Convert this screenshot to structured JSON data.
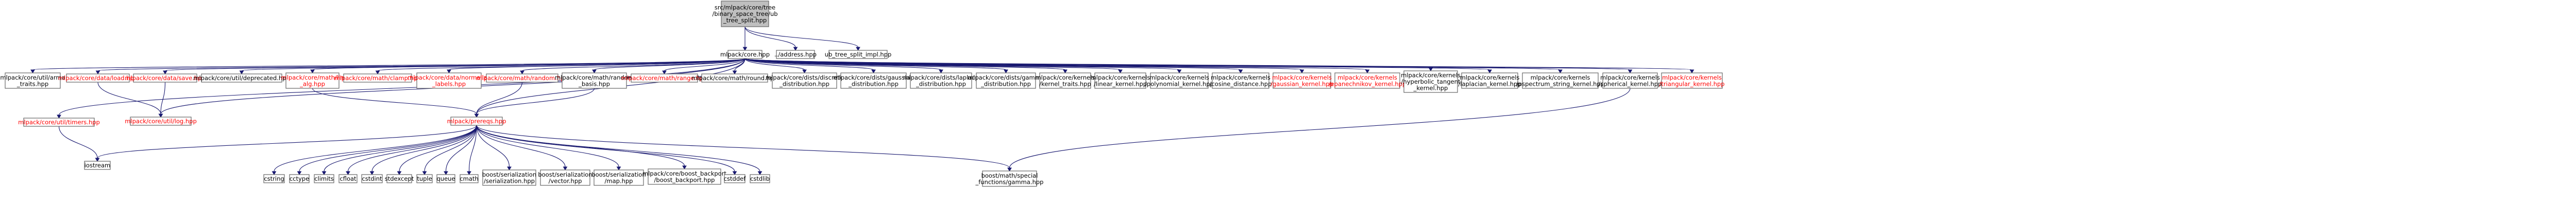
{
  "colors": {
    "root_fill": "#bfbfbf",
    "node_fill": "#ffffff",
    "doc_text": "#000000",
    "missing_doc_text": "#ff0000",
    "edge": "#191970"
  },
  "nodes": [
    {
      "id": "root",
      "lines": [
        "src/mlpack/core/tree",
        "/binary_space_tree/ub",
        "_tree_split.hpp"
      ],
      "documented": true,
      "root": true
    },
    {
      "id": "core",
      "lines": [
        "mlpack/core.hpp"
      ],
      "documented": true
    },
    {
      "id": "address",
      "lines": [
        "../address.hpp"
      ],
      "documented": true
    },
    {
      "id": "ubimpl",
      "lines": [
        "ub_tree_split_impl.hpp"
      ],
      "documented": true
    },
    {
      "id": "arma_traits",
      "lines": [
        "mlpack/core/util/arma",
        "_traits.hpp"
      ],
      "documented": true
    },
    {
      "id": "load",
      "lines": [
        "mlpack/core/data/load.hpp"
      ],
      "documented": false
    },
    {
      "id": "save",
      "lines": [
        "mlpack/core/data/save.hpp"
      ],
      "documented": false
    },
    {
      "id": "deprecated",
      "lines": [
        "mlpack/core/util/deprecated.hpp"
      ],
      "documented": true
    },
    {
      "id": "lin_alg",
      "lines": [
        "mlpack/core/math/lin",
        "_alg.hpp"
      ],
      "documented": false
    },
    {
      "id": "clamp",
      "lines": [
        "mlpack/core/math/clamp.hpp"
      ],
      "documented": false
    },
    {
      "id": "normalize",
      "lines": [
        "mlpack/core/data/normalize",
        "_labels.hpp"
      ],
      "documented": false
    },
    {
      "id": "random",
      "lines": [
        "mlpack/core/math/random.hpp"
      ],
      "documented": false
    },
    {
      "id": "random_basis",
      "lines": [
        "mlpack/core/math/random",
        "_basis.hpp"
      ],
      "documented": true
    },
    {
      "id": "range",
      "lines": [
        "mlpack/core/math/range.hpp"
      ],
      "documented": false
    },
    {
      "id": "round",
      "lines": [
        "mlpack/core/math/round.hpp"
      ],
      "documented": true
    },
    {
      "id": "discrete",
      "lines": [
        "mlpack/core/dists/discrete",
        "_distribution.hpp"
      ],
      "documented": true
    },
    {
      "id": "gaussian_d",
      "lines": [
        "mlpack/core/dists/gaussian",
        "_distribution.hpp"
      ],
      "documented": true
    },
    {
      "id": "laplace_d",
      "lines": [
        "mlpack/core/dists/laplace",
        "_distribution.hpp"
      ],
      "documented": true
    },
    {
      "id": "gamma_d",
      "lines": [
        "mlpack/core/dists/gamma",
        "_distribution.hpp"
      ],
      "documented": true
    },
    {
      "id": "kernel_traits",
      "lines": [
        "mlpack/core/kernels",
        "/kernel_traits.hpp"
      ],
      "documented": true
    },
    {
      "id": "linear_k",
      "lines": [
        "mlpack/core/kernels",
        "/linear_kernel.hpp"
      ],
      "documented": true
    },
    {
      "id": "poly_k",
      "lines": [
        "mlpack/core/kernels",
        "/polynomial_kernel.hpp"
      ],
      "documented": true
    },
    {
      "id": "cosine_d",
      "lines": [
        "mlpack/core/kernels",
        "/cosine_distance.hpp"
      ],
      "documented": true
    },
    {
      "id": "gauss_k",
      "lines": [
        "mlpack/core/kernels",
        "/gaussian_kernel.hpp"
      ],
      "documented": false
    },
    {
      "id": "epan_k",
      "lines": [
        "mlpack/core/kernels",
        "/epanechnikov_kernel.hpp"
      ],
      "documented": false
    },
    {
      "id": "hyper_k",
      "lines": [
        "mlpack/core/kernels",
        "/hyperbolic_tangent",
        "_kernel.hpp"
      ],
      "documented": true
    },
    {
      "id": "laplace_k",
      "lines": [
        "mlpack/core/kernels",
        "/laplacian_kernel.hpp"
      ],
      "documented": true
    },
    {
      "id": "pspec_k",
      "lines": [
        "mlpack/core/kernels",
        "/pspectrum_string_kernel.hpp"
      ],
      "documented": true
    },
    {
      "id": "sph_k",
      "lines": [
        "mlpack/core/kernels",
        "/spherical_kernel.hpp"
      ],
      "documented": true
    },
    {
      "id": "tri_k",
      "lines": [
        "mlpack/core/kernels",
        "/triangular_kernel.hpp"
      ],
      "documented": false
    },
    {
      "id": "timer",
      "lines": [
        "mlpack/core/util/timers.hpp"
      ],
      "documented": false
    },
    {
      "id": "log",
      "lines": [
        "mlpack/core/util/log.hpp"
      ],
      "documented": false
    },
    {
      "id": "prereqs",
      "lines": [
        "mlpack/prereqs.hpp"
      ],
      "documented": false
    },
    {
      "id": "iostream",
      "lines": [
        "iostream"
      ],
      "documented": true
    },
    {
      "id": "cstring",
      "lines": [
        "cstring"
      ],
      "documented": true
    },
    {
      "id": "cctype",
      "lines": [
        "cctype"
      ],
      "documented": true
    },
    {
      "id": "climits",
      "lines": [
        "climits"
      ],
      "documented": true
    },
    {
      "id": "cfloat",
      "lines": [
        "cfloat"
      ],
      "documented": true
    },
    {
      "id": "cstdint",
      "lines": [
        "cstdint"
      ],
      "documented": true
    },
    {
      "id": "stdexcept",
      "lines": [
        "stdexcept"
      ],
      "documented": true
    },
    {
      "id": "tuple",
      "lines": [
        "tuple"
      ],
      "documented": true
    },
    {
      "id": "queue",
      "lines": [
        "queue"
      ],
      "documented": true
    },
    {
      "id": "cmath",
      "lines": [
        "cmath"
      ],
      "documented": true
    },
    {
      "id": "b_ser",
      "lines": [
        "boost/serialization",
        "/serialization.hpp"
      ],
      "documented": true
    },
    {
      "id": "b_vec",
      "lines": [
        "boost/serialization",
        "/vector.hpp"
      ],
      "documented": true
    },
    {
      "id": "b_map",
      "lines": [
        "boost/serialization",
        "/map.hpp"
      ],
      "documented": true
    },
    {
      "id": "b_bp",
      "lines": [
        "mlpack/core/boost_backport",
        "/boost_backport.hpp"
      ],
      "documented": true
    },
    {
      "id": "cstddef",
      "lines": [
        "cstddef"
      ],
      "documented": true
    },
    {
      "id": "cstdlib",
      "lines": [
        "cstdlib"
      ],
      "documented": true
    },
    {
      "id": "b_gamma",
      "lines": [
        "boost/math/special",
        "_functions/gamma.hpp"
      ],
      "documented": true
    }
  ],
  "edges": [
    [
      "root",
      "core"
    ],
    [
      "root",
      "address"
    ],
    [
      "root",
      "ubimpl"
    ],
    [
      "core",
      "arma_traits"
    ],
    [
      "core",
      "load"
    ],
    [
      "core",
      "save"
    ],
    [
      "core",
      "deprecated"
    ],
    [
      "core",
      "lin_alg"
    ],
    [
      "core",
      "clamp"
    ],
    [
      "core",
      "normalize"
    ],
    [
      "core",
      "random"
    ],
    [
      "core",
      "random_basis"
    ],
    [
      "core",
      "range"
    ],
    [
      "core",
      "round"
    ],
    [
      "core",
      "discrete"
    ],
    [
      "core",
      "gaussian_d"
    ],
    [
      "core",
      "laplace_d"
    ],
    [
      "core",
      "gamma_d"
    ],
    [
      "core",
      "kernel_traits"
    ],
    [
      "core",
      "linear_k"
    ],
    [
      "core",
      "poly_k"
    ],
    [
      "core",
      "cosine_d"
    ],
    [
      "core",
      "gauss_k"
    ],
    [
      "core",
      "epan_k"
    ],
    [
      "core",
      "hyper_k"
    ],
    [
      "core",
      "laplace_k"
    ],
    [
      "core",
      "pspec_k"
    ],
    [
      "core",
      "sph_k"
    ],
    [
      "core",
      "tri_k"
    ],
    [
      "core",
      "timer"
    ],
    [
      "core",
      "log"
    ],
    [
      "core",
      "prereqs"
    ],
    [
      "load",
      "log"
    ],
    [
      "save",
      "log"
    ],
    [
      "lin_alg",
      "prereqs"
    ],
    [
      "random",
      "prereqs"
    ],
    [
      "random_basis",
      "prereqs"
    ],
    [
      "timer",
      "iostream"
    ],
    [
      "prereqs",
      "iostream"
    ],
    [
      "prereqs",
      "cstring"
    ],
    [
      "prereqs",
      "cctype"
    ],
    [
      "prereqs",
      "climits"
    ],
    [
      "prereqs",
      "cfloat"
    ],
    [
      "prereqs",
      "cstdint"
    ],
    [
      "prereqs",
      "stdexcept"
    ],
    [
      "prereqs",
      "tuple"
    ],
    [
      "prereqs",
      "queue"
    ],
    [
      "prereqs",
      "cmath"
    ],
    [
      "prereqs",
      "b_ser"
    ],
    [
      "prereqs",
      "b_vec"
    ],
    [
      "prereqs",
      "b_map"
    ],
    [
      "prereqs",
      "b_bp"
    ],
    [
      "prereqs",
      "cstddef"
    ],
    [
      "prereqs",
      "cstdlib"
    ],
    [
      "prereqs",
      "b_gamma"
    ],
    [
      "sph_k",
      "b_gamma"
    ]
  ]
}
